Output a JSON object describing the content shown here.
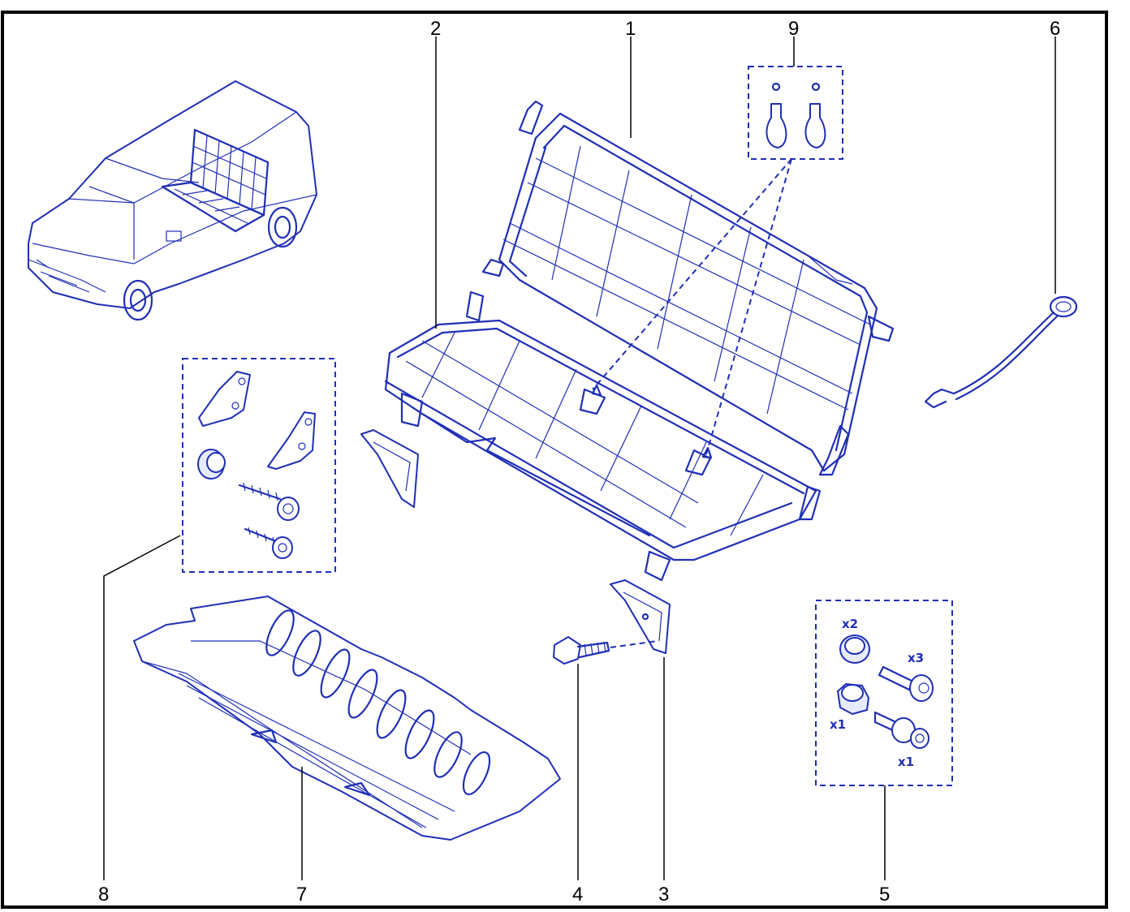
{
  "callouts": [
    "1",
    "2",
    "3",
    "4",
    "5",
    "6",
    "7",
    "8",
    "9"
  ],
  "kit5": {
    "q1": "x2",
    "q2": "x3",
    "q3": "x1",
    "q4": "x1"
  },
  "colors": {
    "line": "#1f2fb5",
    "frame": "#000000",
    "background": "#ffffff"
  }
}
